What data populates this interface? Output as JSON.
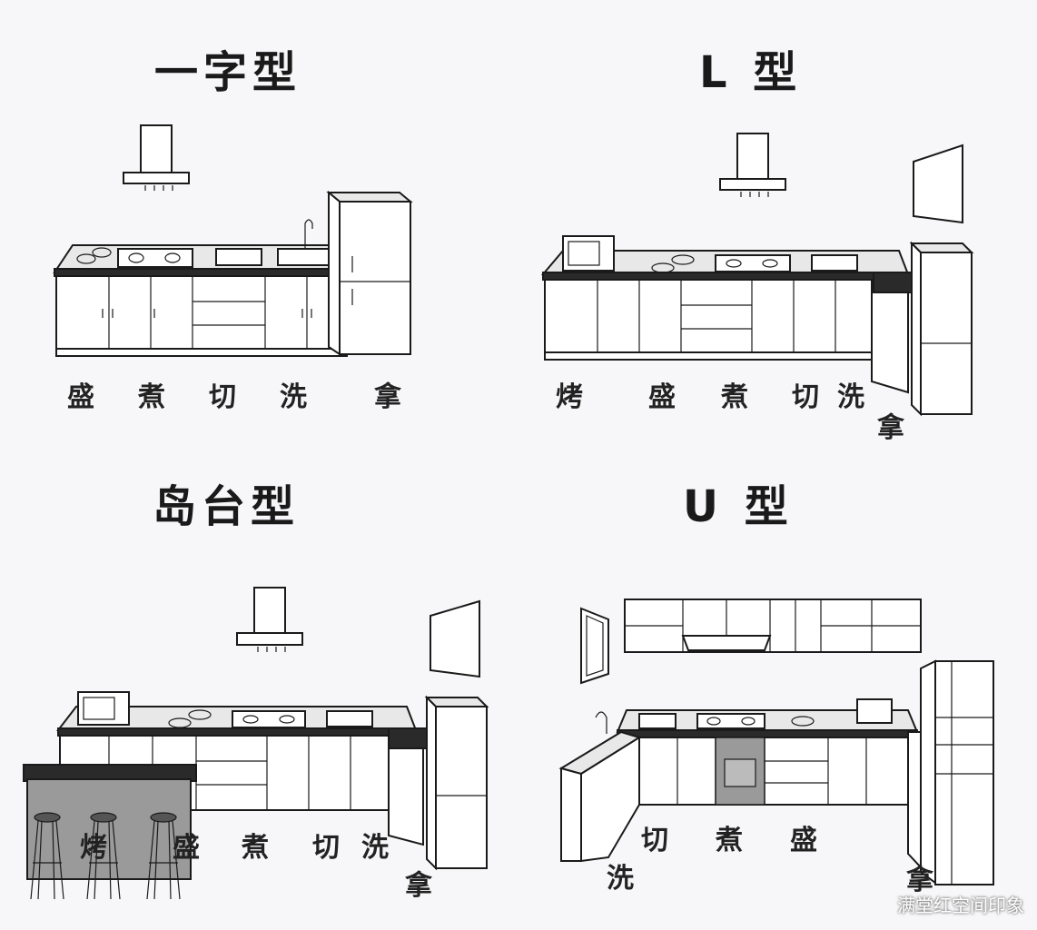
{
  "panels": {
    "straight": {
      "title": "一字型",
      "labels": [
        "盛",
        "煮",
        "切",
        "洗",
        "拿"
      ]
    },
    "l_shape": {
      "title": "L 型",
      "labels": [
        "烤",
        "盛",
        "煮",
        "切",
        "洗",
        "拿"
      ]
    },
    "island": {
      "title": "岛台型",
      "labels": [
        "烤",
        "盛",
        "煮",
        "切",
        "洗",
        "拿"
      ]
    },
    "u_shape": {
      "title": "U 型",
      "labels": [
        "洗",
        "切",
        "煮",
        "盛",
        "拿"
      ]
    }
  },
  "watermark": "满堂红空间印象"
}
